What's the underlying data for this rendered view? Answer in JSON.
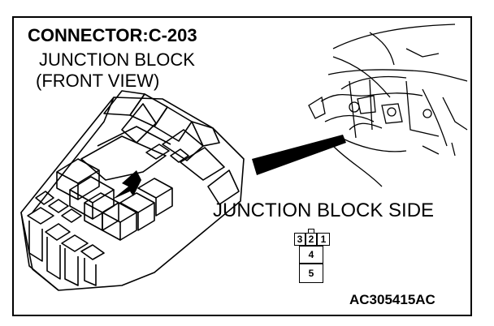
{
  "title": "CONNECTOR:C-203",
  "subtitle_line1": "JUNCTION BLOCK",
  "subtitle_line2": "(FRONT VIEW)",
  "side_label": "JUNCTION BLOCK SIDE",
  "connector_pins": {
    "row1": [
      "3",
      "2",
      "1"
    ],
    "row2": "4",
    "row3": "5"
  },
  "figure_code": "AC305415AC"
}
